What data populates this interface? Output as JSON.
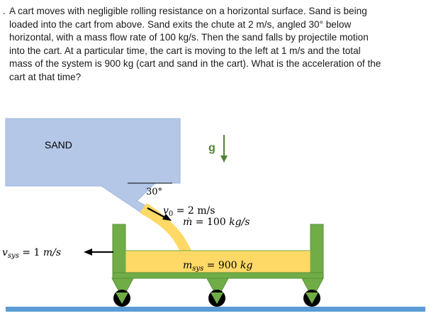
{
  "problem": {
    "bullet": ".",
    "lines": [
      "A cart moves with negligible rolling resistance on a horizontal surface.  Sand is being",
      "loaded into the cart from above.  Sand exits the chute at 2 m/s, angled 30° below",
      "horizontal, with a mass flow rate of 100 kg/s.  Then the sand falls by projectile motion",
      "into the cart.  At a particular time, the cart is moving to the left at 1 m/s and the total",
      "mass of the system is 900 kg (cart and sand in the cart).  What is the acceleration of the",
      "cart at that time?"
    ]
  },
  "diagram": {
    "hopper_label": "SAND",
    "gravity_label": "g",
    "angle_label": "30°",
    "v0_symbol": "v",
    "v0_subscript": "0",
    "v0_value": " = 2 m/s",
    "mdot_symbol": "ṁ",
    "mdot_value": " = 100 ",
    "mdot_units": "kg/s",
    "vsys_symbol": "v",
    "vsys_subscript": "sys",
    "vsys_value": " = 1 ",
    "vsys_units": "m/s",
    "msys_symbol": "m",
    "msys_subscript": "sys",
    "msys_value": " = 900 ",
    "msys_units": "kg",
    "colors": {
      "hopper": "#b4c7e7",
      "hopper_stroke": "#8fa8d0",
      "sand": "#ffd966",
      "cart": "#70ad47",
      "cart_stroke": "#5a8f37",
      "wheel": "#000000",
      "ground": "#5b9bd5",
      "gravity_arrow": "#548235",
      "text": "#000000"
    }
  }
}
